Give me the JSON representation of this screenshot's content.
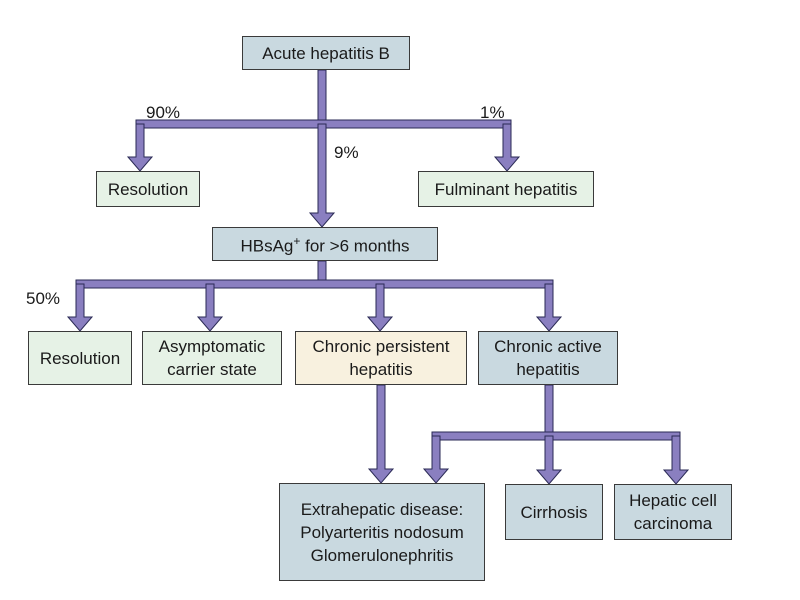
{
  "nodes": {
    "acute_hepatitis_b": "Acute hepatitis B",
    "resolution_top": "Resolution",
    "fulminant_hepatitis": "Fulminant hepatitis",
    "hbsag": {
      "prefix": "HBsAg",
      "sup": "+",
      "suffix": " for >6 months"
    },
    "resolution_bottom": "Resolution",
    "asymptomatic_carrier": "Asymptomatic\ncarrier state",
    "chronic_persistent": "Chronic persistent\nhepatitis",
    "chronic_active": "Chronic active\nhepatitis",
    "extrahepatic": "Extrahepatic disease:\nPolyarteritis nodosum\nGlomerulonephritis",
    "cirrhosis": "Cirrhosis",
    "hepatic_cell_carcinoma": "Hepatic cell\ncarcinoma"
  },
  "edge_labels": {
    "to_resolution_top": "90%",
    "to_hbsag": "9%",
    "to_fulminant": "1%",
    "to_resolution_bottom": "50%"
  },
  "colors": {
    "arrow_fill": "#8a7fc0",
    "arrow_stroke": "#2a2a55",
    "box_blue": "#c9d9e0",
    "box_green": "#e6f2e6",
    "box_cream": "#f8f1df"
  }
}
